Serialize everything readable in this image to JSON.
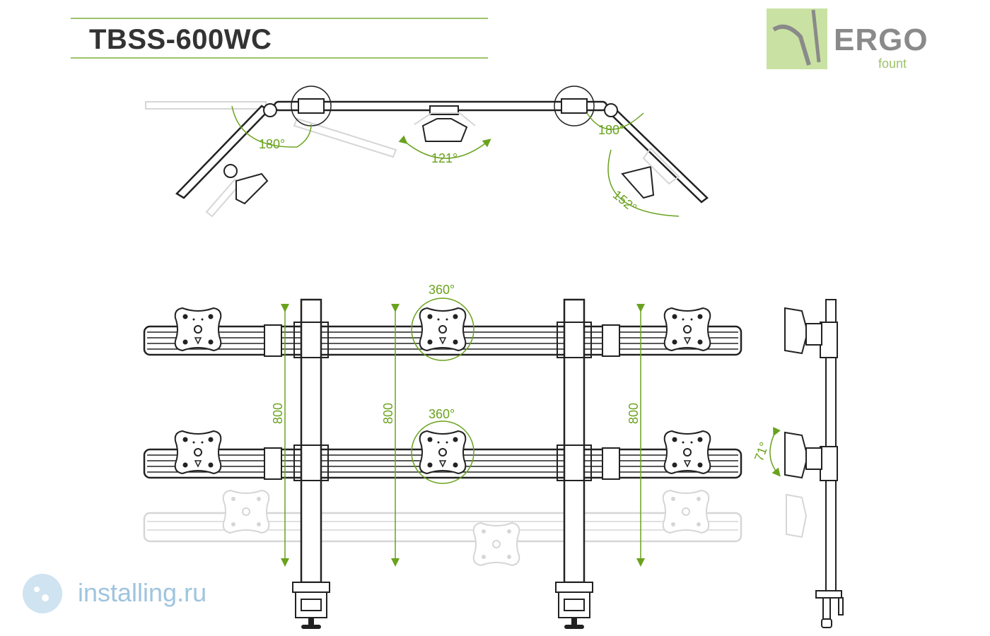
{
  "header": {
    "title": "TBSS-600WC"
  },
  "logo": {
    "brand": "ERGO",
    "sub": "fount"
  },
  "watermark": {
    "text": "installing.ru"
  },
  "colors": {
    "accent": "#6aa21e",
    "line": "#222222",
    "ghost": "#d6d6d6",
    "logo_bg": "#c9e2a3"
  },
  "top_view": {
    "angles": [
      "180°",
      "121°",
      "180°",
      "152°"
    ]
  },
  "front_view": {
    "rotation_upper": "360°",
    "rotation_lower": "360°",
    "heights": [
      "800",
      "800",
      "800"
    ]
  },
  "side_view": {
    "tilt": "71°"
  }
}
